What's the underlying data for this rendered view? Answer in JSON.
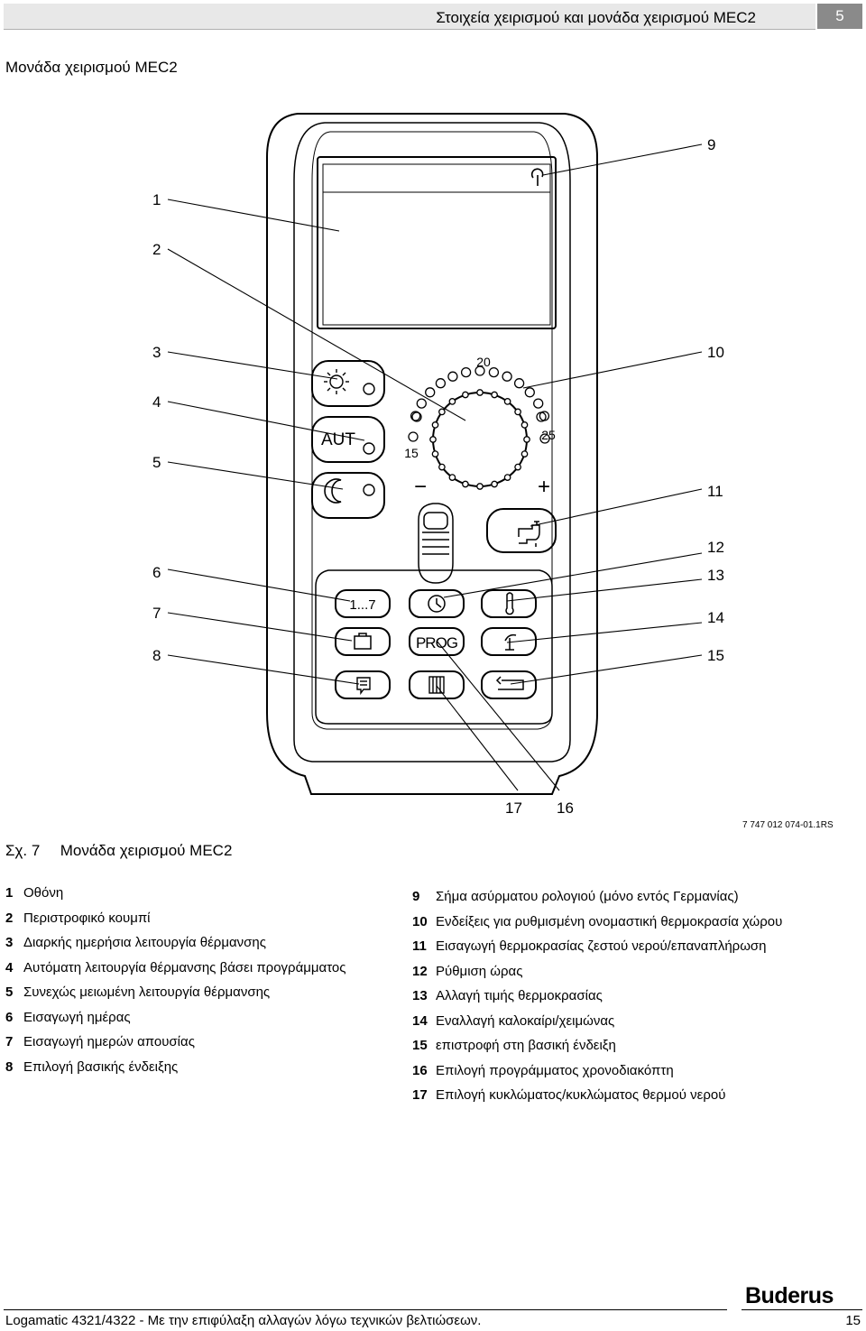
{
  "header": {
    "title": "Στοιχεία χειρισμού και μονάδα χειρισμού MEC2",
    "chapter": "5"
  },
  "section_title": "Μονάδα χειρισμού MEC2",
  "figure": {
    "callouts_left": [
      "1",
      "2",
      "3",
      "4",
      "5",
      "6",
      "7",
      "8"
    ],
    "callouts_right": [
      "9",
      "10",
      "11",
      "12",
      "13",
      "14",
      "15"
    ],
    "callouts_bottom": [
      "17",
      "16"
    ],
    "dial_labels": {
      "min": "15",
      "mid": "20",
      "max": "25",
      "minus": "−",
      "plus": "+"
    },
    "button_labels": {
      "aut": "AUT",
      "days": "1...7",
      "prog": "PROG"
    },
    "code": "7 747 012 074-01.1RS",
    "icons": [
      "radio-clock-icon",
      "sun-icon",
      "moon-icon",
      "tap-icon",
      "clock-icon",
      "thermometer-icon",
      "suitcase-icon",
      "umbrella-icon",
      "menu-icon",
      "timer-program-icon",
      "return-icon"
    ]
  },
  "caption": {
    "number": "Σχ. 7",
    "text": "Μονάδα χειρισμού MEC2"
  },
  "legend_left": [
    {
      "num": "1",
      "text": "Οθόνη"
    },
    {
      "num": "2",
      "text": "Περιστροφικό κουμπί"
    },
    {
      "num": "3",
      "text": "Διαρκής ημερήσια λειτουργία θέρμανσης"
    },
    {
      "num": "4",
      "text": "Αυτόματη λειτουργία θέρμανσης βάσει προγράμματος"
    },
    {
      "num": "5",
      "text": "Συνεχώς μειωμένη λειτουργία θέρμανσης"
    },
    {
      "num": "6",
      "text": "Εισαγωγή ημέρας"
    },
    {
      "num": "7",
      "text": "Εισαγωγή ημερών απουσίας"
    },
    {
      "num": "8",
      "text": "Επιλογή βασικής ένδειξης"
    }
  ],
  "legend_right": [
    {
      "num": "9",
      "text": "Σήμα ασύρματου ρολογιού (μόνο εντός Γερμανίας)"
    },
    {
      "num": "10",
      "text": "Ενδείξεις για ρυθμισμένη ονομαστική θερμοκρασία χώρου"
    },
    {
      "num": "11",
      "text": "Εισαγωγή θερμοκρασίας ζεστού νερού/επαναπλήρωση"
    },
    {
      "num": "12",
      "text": "Ρύθμιση ώρας"
    },
    {
      "num": "13",
      "text": "Αλλαγή τιμής θερμοκρασίας"
    },
    {
      "num": "14",
      "text": "Εναλλαγή καλοκαίρι/χειμώνας"
    },
    {
      "num": "15",
      "text": "επιστροφή στη βασική ένδειξη"
    },
    {
      "num": "16",
      "text": "Επιλογή προγράμματος χρονοδιακόπτη"
    },
    {
      "num": "17",
      "text": "Επιλογή κυκλώματος/κυκλώματος θερμού νερού"
    }
  ],
  "footer": {
    "text": "Logamatic 4321/4322 - Με την επιφύλαξη αλλαγών λόγω τεχνικών βελτιώσεων.",
    "page": "15",
    "brand": "Buderus"
  }
}
